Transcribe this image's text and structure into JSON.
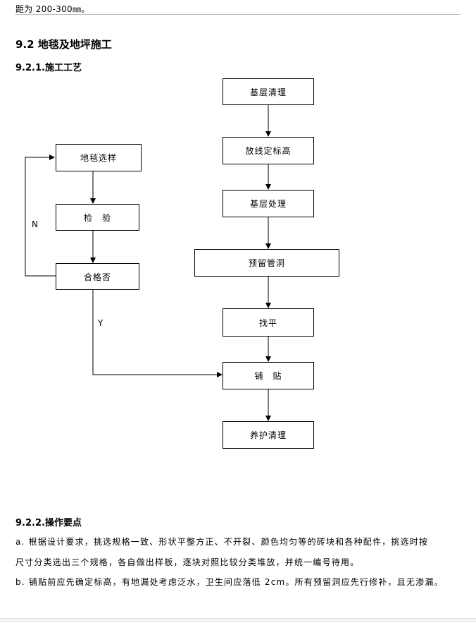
{
  "header": {
    "top_text": "距为 200-300㎜。",
    "section_title": "9.2 地毯及地坪施工",
    "sub_title_1": "9.2.1.施工工艺",
    "sub_title_2": "9.2.2.操作要点"
  },
  "flowchart": {
    "left": [
      "地毯选样",
      "检　验",
      "合格否"
    ],
    "right": [
      "基层清理",
      "放线定标高",
      "基层处理",
      "预留管洞",
      "找平",
      "铺　贴",
      "养护清理"
    ],
    "label_n": "N",
    "label_y": "Y"
  },
  "paragraphs": [
    "a. 根据设计要求，挑选规格一致、形状平整方正、不开裂、颜色均匀等的砖块和各种配件，挑选时按",
    "尺寸分类选出三个规格，各自做出样板，逐块对照比较分类堆放，并统一编号待用。",
    "b. 铺贴前应先确定标高，有地漏处考虑泛水，卫生间应落低 2cm。所有预留洞应先行修补，且无渗漏。"
  ]
}
